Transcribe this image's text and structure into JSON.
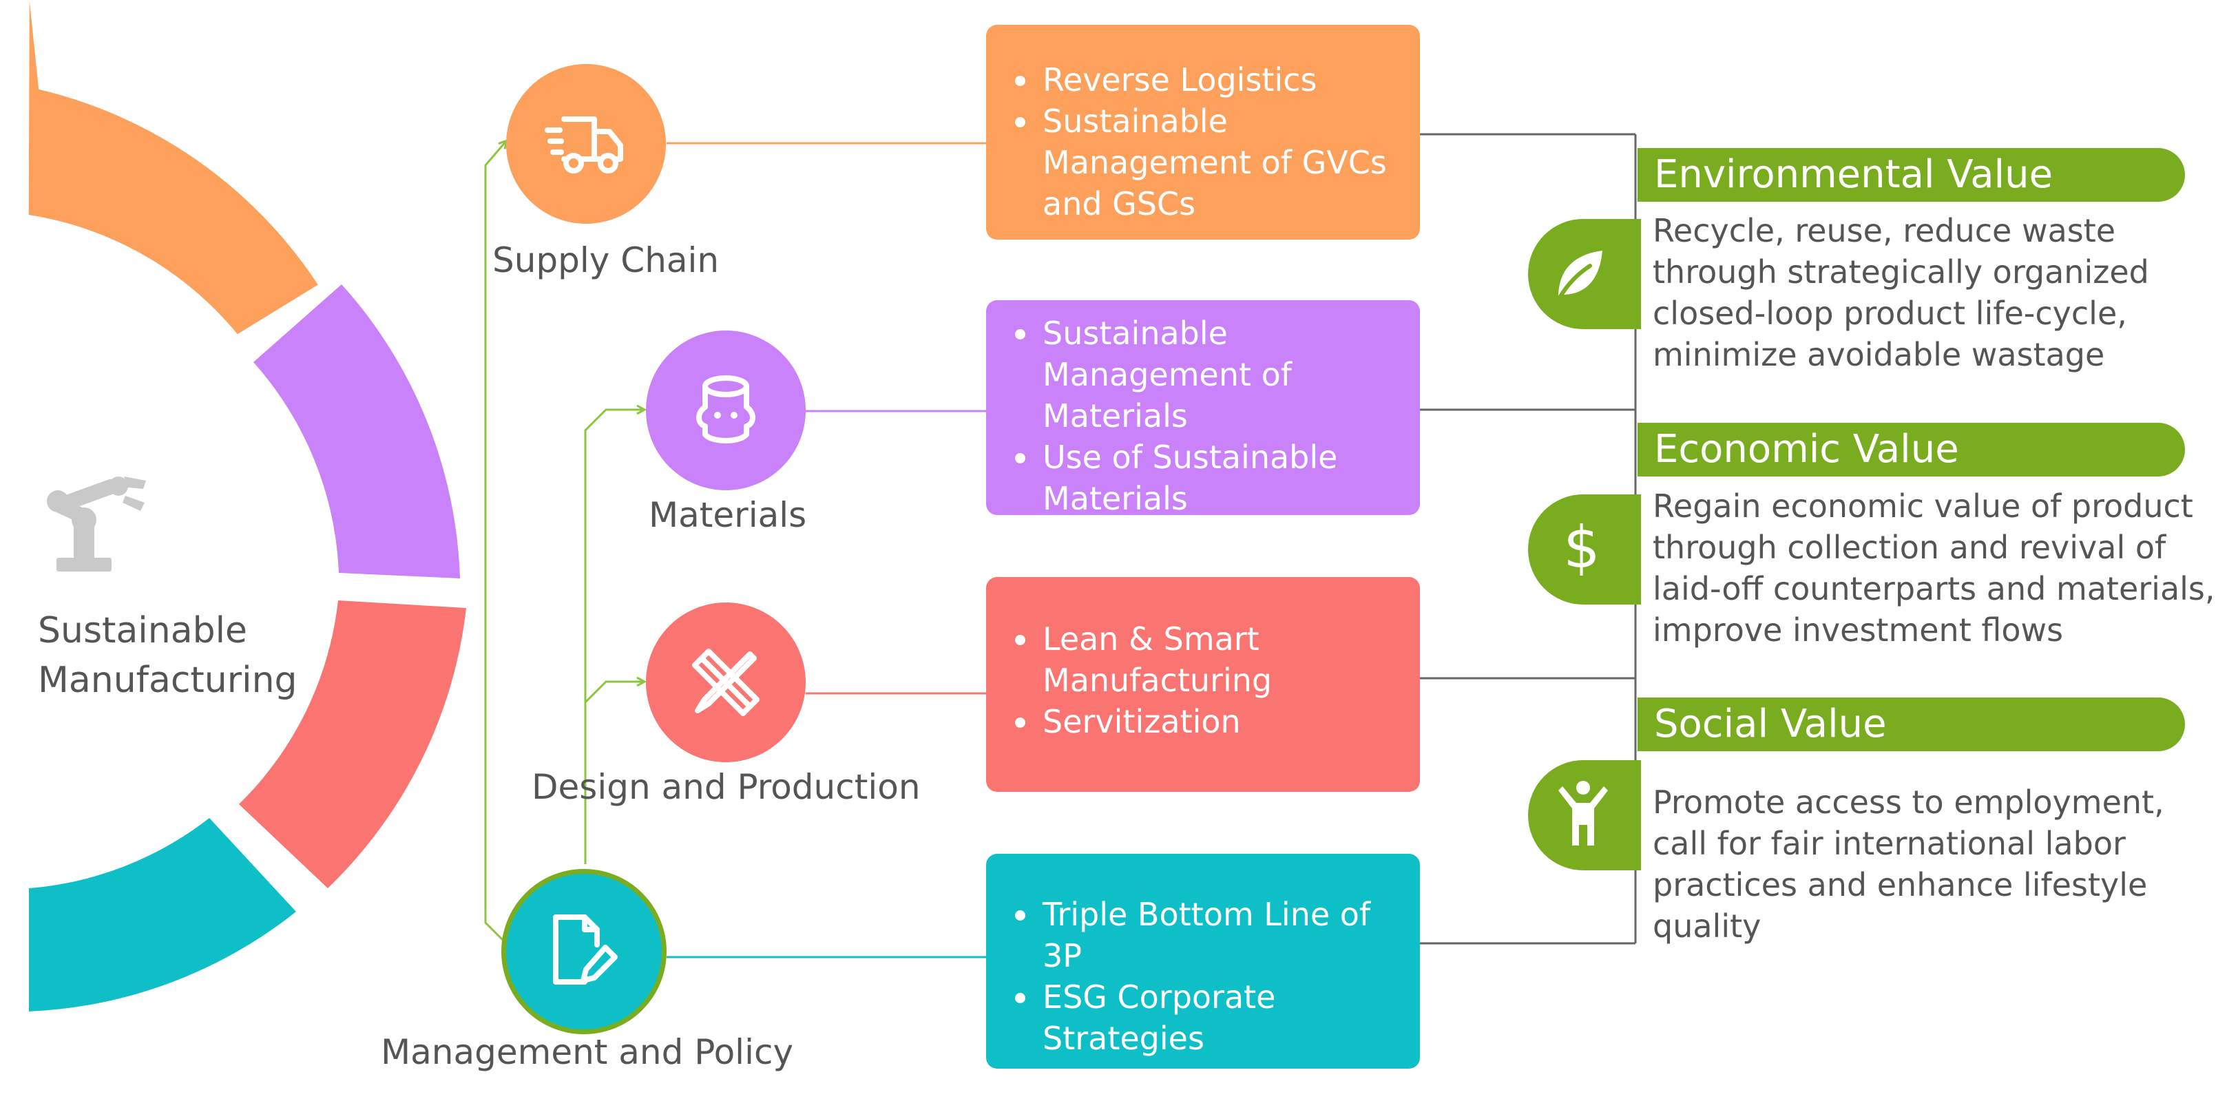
{
  "center": {
    "label_line1": "Sustainable",
    "label_line2": "Manufacturing",
    "icon": "robot-arm-icon"
  },
  "categories": [
    {
      "id": "supply-chain",
      "label": "Supply Chain",
      "icon": "truck-icon",
      "color": "#fca05b",
      "items": [
        "Reverse Logistics",
        "Sustainable Management of GVCs and GSCs"
      ]
    },
    {
      "id": "materials",
      "label": "Materials",
      "icon": "material-log-icon",
      "color": "#c982f9",
      "items": [
        "Sustainable Management of Materials",
        "Use of Sustainable Materials"
      ]
    },
    {
      "id": "design-production",
      "label": "Design and Production",
      "icon": "pencil-ruler-icon",
      "color": "#fa7571",
      "items": [
        "Lean & Smart Manufacturing",
        "Servitization"
      ]
    },
    {
      "id": "management-policy",
      "label": "Management and Policy",
      "icon": "document-edit-icon",
      "color": "#0fbfc8",
      "items": [
        "Triple Bottom Line of 3P",
        "ESG Corporate Strategies"
      ]
    }
  ],
  "values": [
    {
      "id": "environmental",
      "title": "Environmental  Value",
      "icon": "leaf-icon",
      "description": "Recycle, reuse, reduce waste through strategically organized closed-loop product life-cycle, minimize avoidable wastage"
    },
    {
      "id": "economic",
      "title": "Economic Value",
      "icon": "dollar-icon",
      "description": "Regain economic value of product through collection and revival of laid-off counterparts and materials, improve investment flows"
    },
    {
      "id": "social",
      "title": "Social Value",
      "icon": "person-icon",
      "description": "Promote access to employment, call for fair international labor practices and enhance lifestyle quality"
    }
  ],
  "colors": {
    "orange": "#fca05b",
    "purple": "#c982f9",
    "red": "#fa7571",
    "teal": "#0fbfc8",
    "green": "#7aac1f",
    "connector_gray": "#666666"
  }
}
